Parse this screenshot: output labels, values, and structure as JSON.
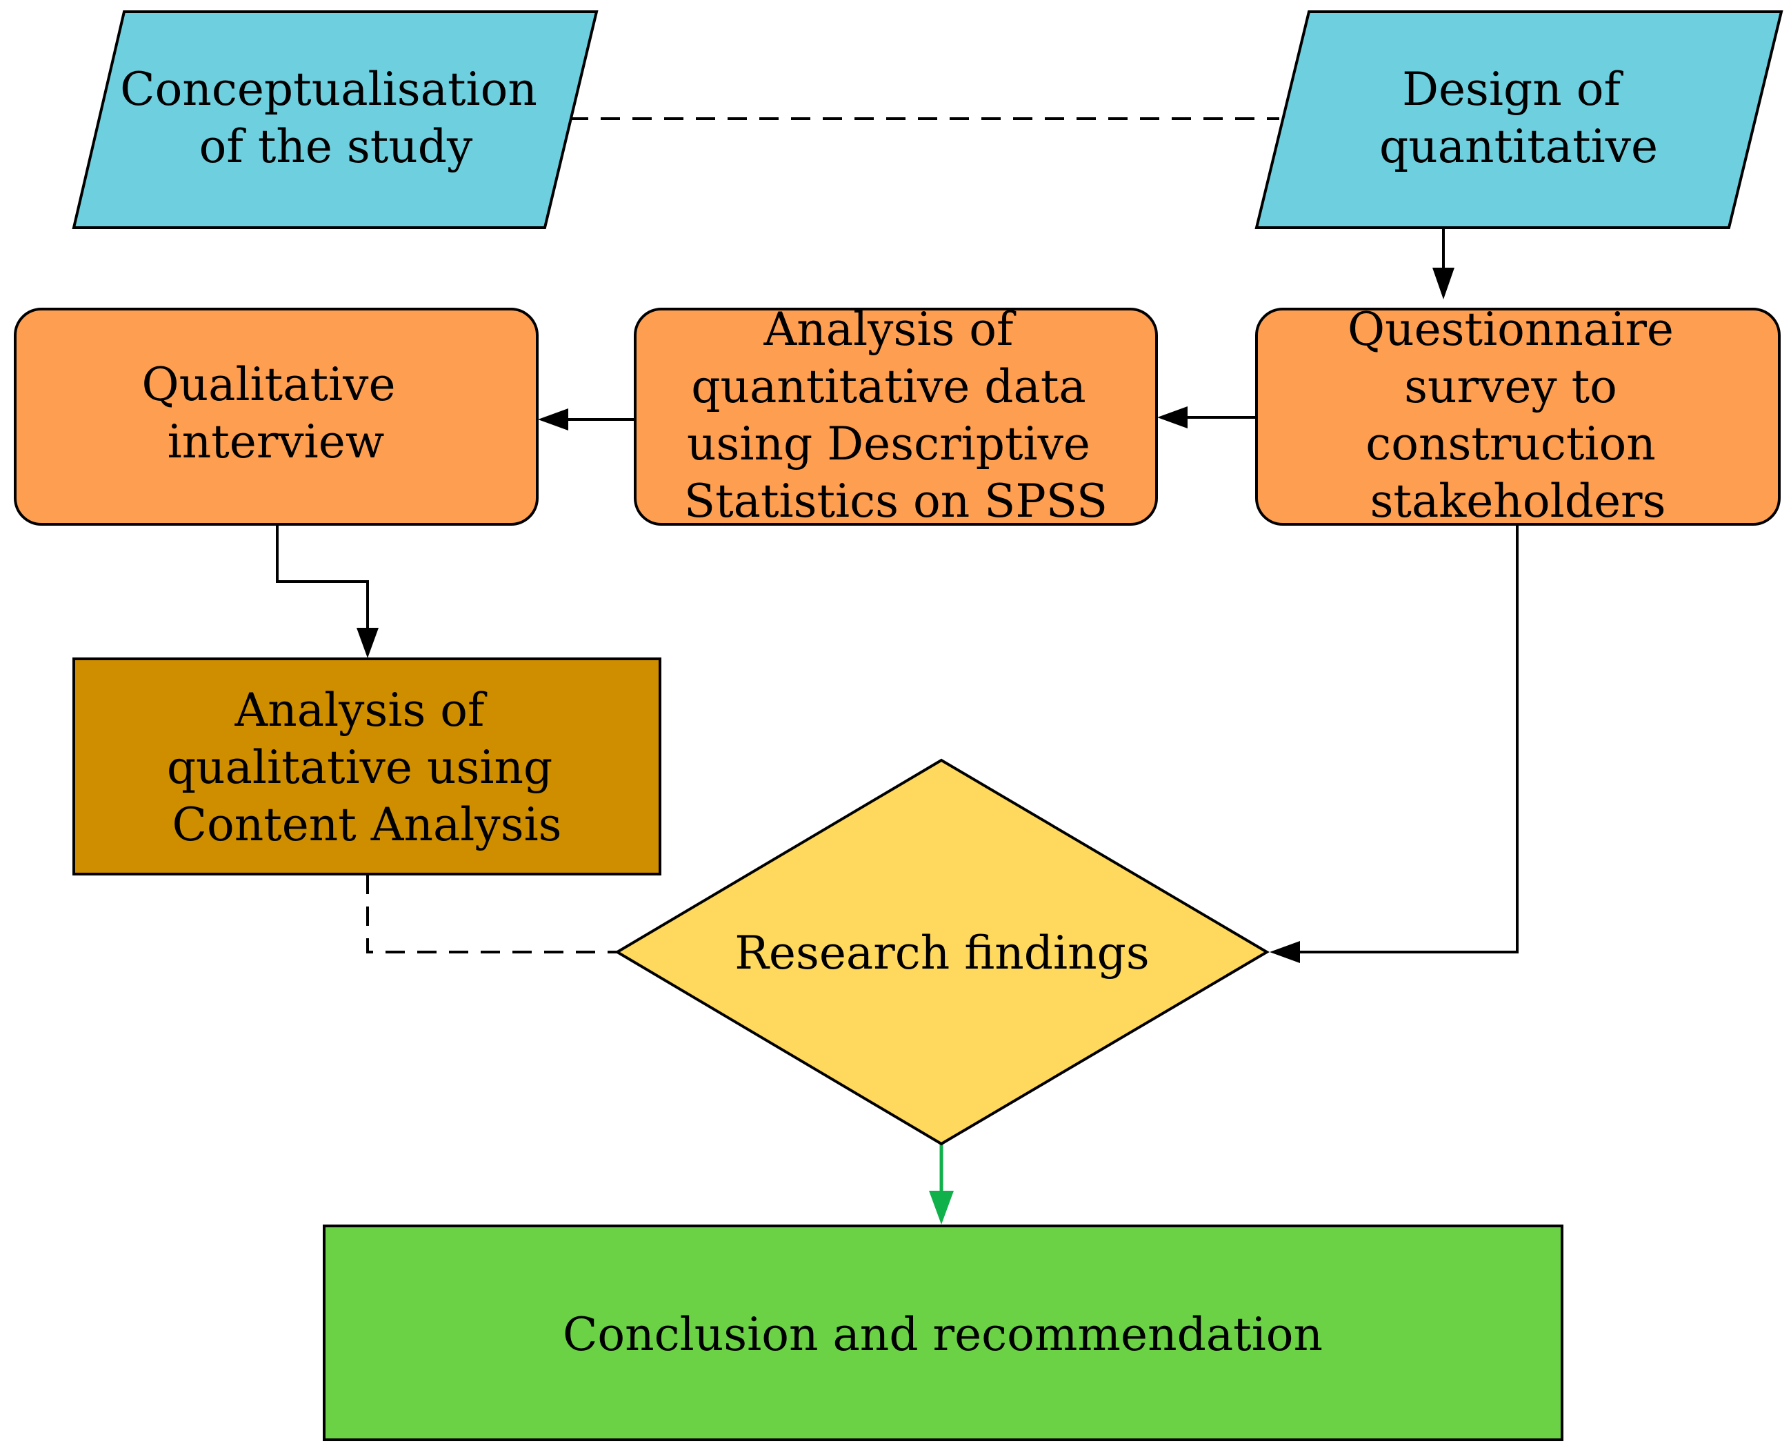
{
  "nodes": {
    "conceptualisation": {
      "lines": [
        "Conceptualisation",
        "of the study"
      ],
      "color": "#6ECFDF"
    },
    "design": {
      "lines": [
        "Design of",
        "quantitative"
      ],
      "color": "#6ECFDF"
    },
    "qualitative_interview": {
      "lines": [
        "Qualitative",
        "interview"
      ],
      "color": "#FD9E51"
    },
    "analysis_quantitative": {
      "lines": [
        "Analysis of",
        "quantitative data",
        "using Descriptive",
        "Statistics on SPSS"
      ],
      "color": "#FD9E51"
    },
    "questionnaire": {
      "lines": [
        "Questionnaire",
        "survey to",
        "construction",
        "stakeholders"
      ],
      "color": "#FD9E51"
    },
    "analysis_qualitative": {
      "lines": [
        "Analysis of",
        "qualitative using",
        "Content Analysis"
      ],
      "color": "#CE8E00"
    },
    "research_findings": {
      "lines": [
        "Research findings"
      ],
      "color": "#FED95E"
    },
    "conclusion": {
      "lines": [
        "Conclusion and recommendation"
      ],
      "color": "#6BD145"
    }
  },
  "edge_colors": {
    "default": "#000000",
    "final": "#10B04A"
  }
}
